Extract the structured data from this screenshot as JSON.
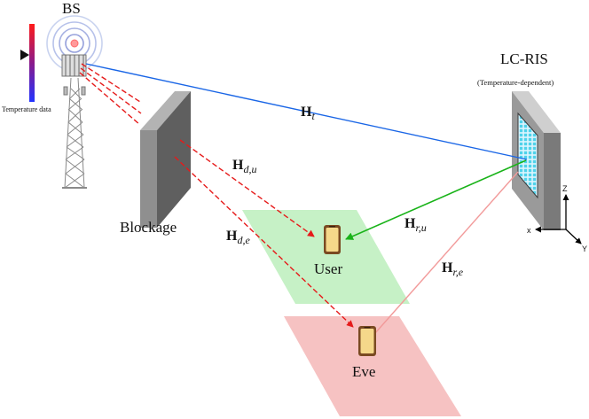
{
  "bs": {
    "label": "BS"
  },
  "temperature_bar": {
    "label": "Temperature data",
    "colors": [
      "#ff1a1a",
      "#2233ff"
    ]
  },
  "blockage": {
    "label": "Blockage"
  },
  "ris": {
    "label": "LC-RIS",
    "note": "(Temperature-dependent)"
  },
  "user": {
    "label": "User"
  },
  "eve": {
    "label": "Eve"
  },
  "channels": {
    "h_t": {
      "symbol": "H",
      "sub": "t",
      "color": "#1a66e6"
    },
    "h_du": {
      "symbol": "H",
      "sub": "d,u",
      "color": "#e61a1a"
    },
    "h_de": {
      "symbol": "H",
      "sub": "d,e",
      "color": "#e61a1a"
    },
    "h_ru": {
      "symbol": "H",
      "sub": "r,u",
      "color": "#19b319"
    },
    "h_re": {
      "symbol": "H",
      "sub": "r,e",
      "color": "#f29a9a"
    }
  },
  "axes": {
    "z": "Z",
    "x": "x",
    "y": "Y"
  }
}
